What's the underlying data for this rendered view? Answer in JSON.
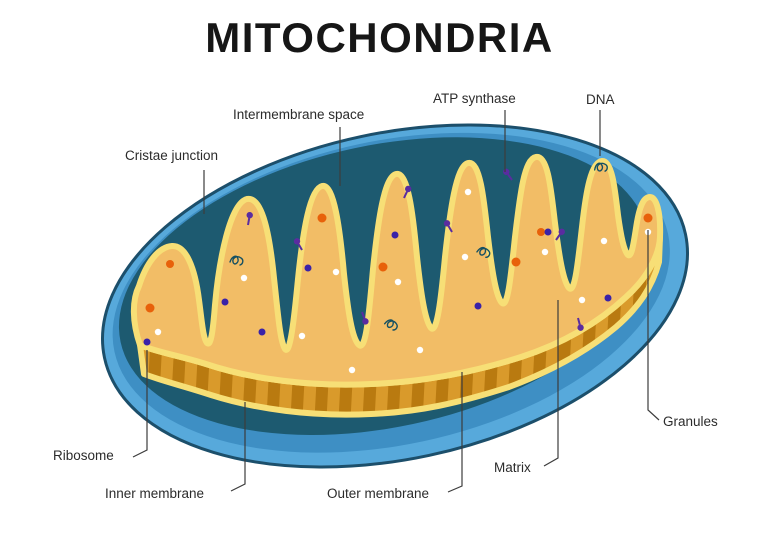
{
  "title": "MITOCHONDRIA",
  "labels": {
    "cristae_junction": "Cristae junction",
    "intermembrane_space": "Intermembrane space",
    "atp_synthase": "ATP synthase",
    "dna": "DNA",
    "granules": "Granules",
    "matrix": "Matrix",
    "outer_membrane": "Outer membrane",
    "inner_membrane": "Inner membrane",
    "ribosome": "Ribosome"
  },
  "colors": {
    "outer_membrane_blue": "#57a9db",
    "membrane_rim_blue": "#3e8fc4",
    "interior_teal": "#1d5a70",
    "matrix_fill": "#f2bd66",
    "inner_membrane_yellow": "#f7df76",
    "cristae_stripe_light": "#d99a2b",
    "cristae_stripe_dark": "#b97a10",
    "granule_orange": "#e8610a",
    "ribosome_purple": "#3a22a8",
    "atp_purple": "#5a2ca0",
    "dna_teal": "#155062"
  }
}
